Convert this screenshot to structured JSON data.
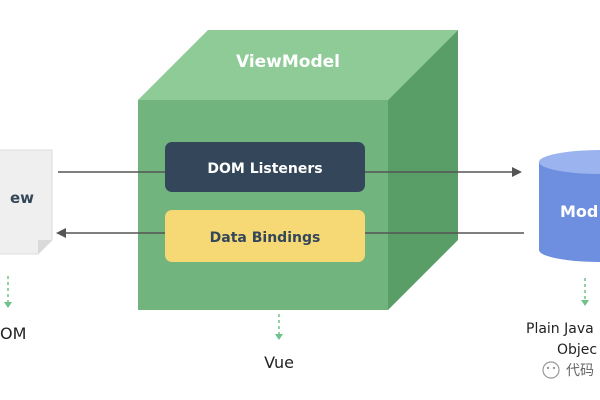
{
  "viewmodel": {
    "title": "ViewModel",
    "dom_listeners_label": "DOM Listeners",
    "data_bindings_label": "Data Bindings",
    "caption": "Vue"
  },
  "view": {
    "label": "ew",
    "caption": "OM"
  },
  "model": {
    "label": "Mod",
    "caption_line1": "Plain Java",
    "caption_line2": "Objec"
  },
  "watermark": {
    "text": "代码"
  },
  "colors": {
    "cube_front": "#72B47E",
    "cube_top": "#8FCB97",
    "cube_side": "#5A9E67",
    "dom_listeners_fill": "#34475A",
    "data_bindings_fill": "#F6D874",
    "model_fill": "#6E8FE0",
    "arrow": "#555555",
    "dashed_arrow": "#6FC288"
  }
}
